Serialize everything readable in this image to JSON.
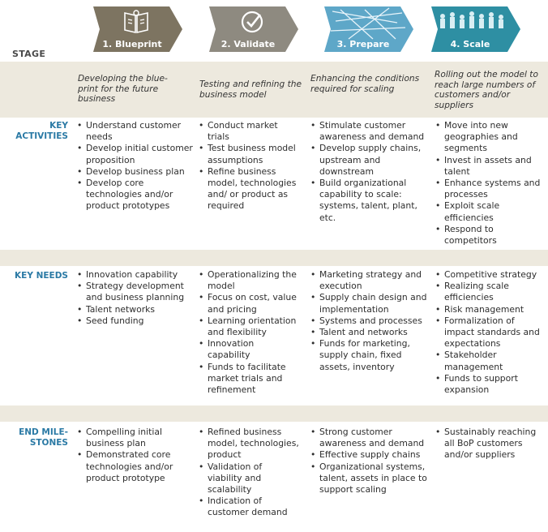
{
  "stage_label": "STAGE",
  "stages": [
    {
      "label": "1. Blueprint",
      "icon": "blueprint-book-icon",
      "color": "#7d7461"
    },
    {
      "label": "2. Validate",
      "icon": "checkmark-icon",
      "color": "#8e8a80"
    },
    {
      "label": "3. Prepare",
      "icon": "supply-network-icon",
      "color": "#5ea7c8"
    },
    {
      "label": "4. Scale",
      "icon": "crowd-icon",
      "color": "#2e8fa3"
    }
  ],
  "descriptions": [
    "Developing the blue-print for the future business",
    "Testing and refining the business model",
    "Enhancing the conditions required for scaling",
    "Rolling out the model to reach large numbers of customers and/or suppliers"
  ],
  "rows": [
    {
      "label": "KEY ACTIVITIES",
      "cells": [
        [
          "Understand customer needs",
          "Develop initial customer proposition",
          "Develop business plan",
          "Develop core technologies and/or product prototypes"
        ],
        [
          "Conduct market trials",
          "Test business model assumptions",
          "Refine business model, technologies and/ or product as required"
        ],
        [
          "Stimulate customer awareness and demand",
          "Develop supply chains, upstream and downstream",
          "Build organizational capability to scale: systems, talent, plant, etc."
        ],
        [
          "Move into new geographies and segments",
          "Invest in assets and talent",
          "Enhance systems and processes",
          "Exploit scale efficiencies",
          "Respond to competitors"
        ]
      ]
    },
    {
      "label": "KEY NEEDS",
      "cells": [
        [
          "Innovation capability",
          "Strategy development and business planning",
          "Talent networks",
          "Seed funding"
        ],
        [
          "Operationalizing the model",
          "Focus on cost, value and pricing",
          "Learning orientation and flexibility",
          "Innovation capability",
          "Funds to facilitate market trials and refinement"
        ],
        [
          "Marketing strategy and execution",
          "Supply chain design and implementation",
          "Systems and processes",
          "Talent and networks",
          "Funds for marketing, supply chain, fixed assets, inventory"
        ],
        [
          "Competitive strategy",
          "Realizing scale efficiencies",
          "Risk management",
          "Formalization of impact standards and expectations",
          "Stakeholder management",
          "Funds to support expansion"
        ]
      ]
    },
    {
      "label": "END MILE-STONES",
      "cells": [
        [
          "Compelling initial business plan",
          "Demonstrated core technologies and/or product prototype"
        ],
        [
          "Refined business model, technologies, product",
          "Validation of viability and scalability",
          "Indication of customer demand"
        ],
        [
          "Strong customer awareness and demand",
          "Effective supply chains",
          "Organizational systems, talent, assets in place to support scaling"
        ],
        [
          "Sustainably reaching all BoP customers and/or suppliers"
        ]
      ]
    }
  ]
}
